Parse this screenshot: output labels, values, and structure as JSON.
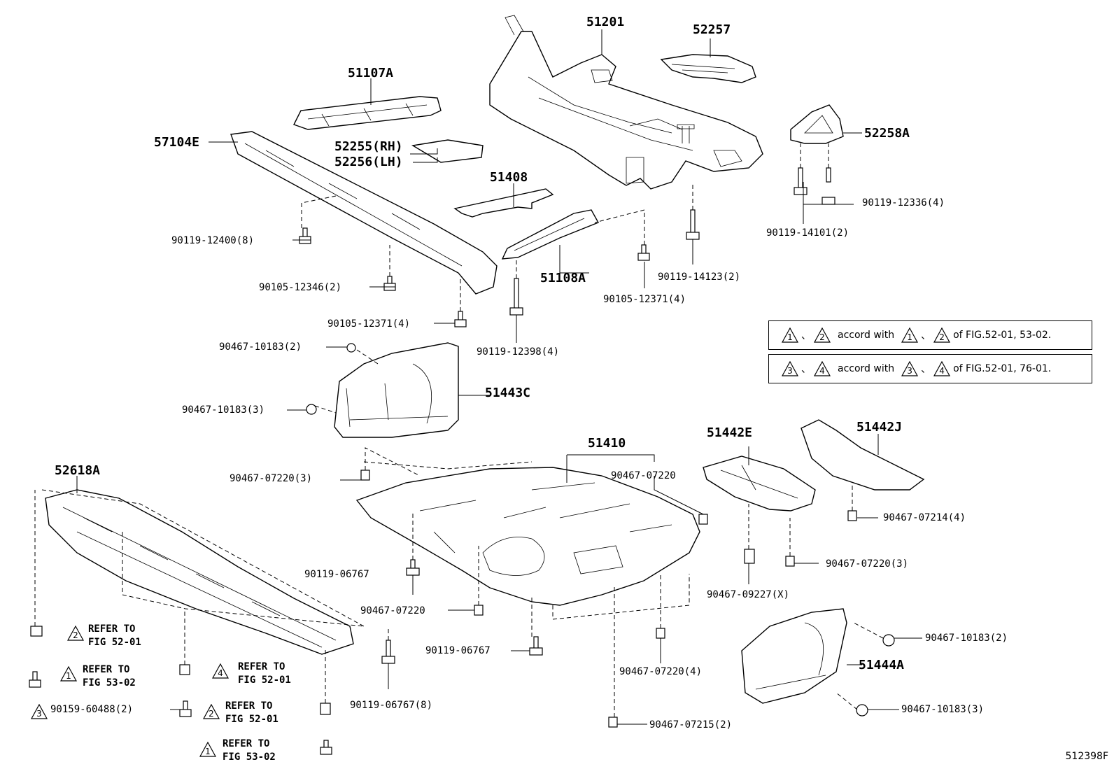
{
  "parts": {
    "p51201": "51201",
    "p52257": "52257",
    "p51107A": "51107A",
    "p57104E": "57104E",
    "p52255": "52255(RH)",
    "p52256": "52256(LH)",
    "p51408": "51408",
    "p52258A": "52258A",
    "p51108A": "51108A",
    "p51443C": "51443C",
    "p51410": "51410",
    "p51442E": "51442E",
    "p51442J": "51442J",
    "p52618A": "52618A",
    "p51444A": "51444A"
  },
  "fasteners": {
    "f1": "90119-12336(4)",
    "f2": "90119-14101(2)",
    "f3": "90119-12400(8)",
    "f4": "90119-14123(2)",
    "f5": "90105-12346(2)",
    "f6": "90105-12371(4)",
    "f7": "90105-12371(4)",
    "f8": "90119-12398(4)",
    "f9": "90467-10183(2)",
    "f10": "90467-10183(3)",
    "f11": "90467-07220(3)",
    "f12": "90467-07220",
    "f13": "90467-07214(4)",
    "f14": "90119-06767",
    "f15": "90467-07220(3)",
    "f16": "90467-09227(X)",
    "f17": "90467-07220",
    "f18": "90119-06767",
    "f19": "90467-10183(2)",
    "f20": "90467-07220(4)",
    "f21": "90119-06767(8)",
    "f22": "90467-10183(3)",
    "f23": "90467-07215(2)",
    "f24": "90159-60488(2)"
  },
  "refs": {
    "r1": "REFER TO\nFIG 52-01",
    "r2": "REFER TO\nFIG 53-02",
    "r3": "REFER TO\nFIG 52-01",
    "r4": "REFER TO\nFIG 52-01",
    "r5": "REFER TO\nFIG 53-02"
  },
  "triangles": {
    "t1": "2",
    "t2": "1",
    "t3": "4",
    "t4": "3",
    "t5": "2",
    "t6": "1"
  },
  "notes": {
    "n1": {
      "a": "1",
      "b": "2",
      "sep": "、",
      "mid": "accord with",
      "c": "1",
      "d": "2",
      "end": "of FIG.52-01, 53-02."
    },
    "n2": {
      "a": "3",
      "b": "4",
      "sep": "、",
      "mid": "accord with",
      "c": "3",
      "d": "4",
      "end": "of FIG.52-01, 76-01."
    }
  },
  "figure_code": "512398F"
}
